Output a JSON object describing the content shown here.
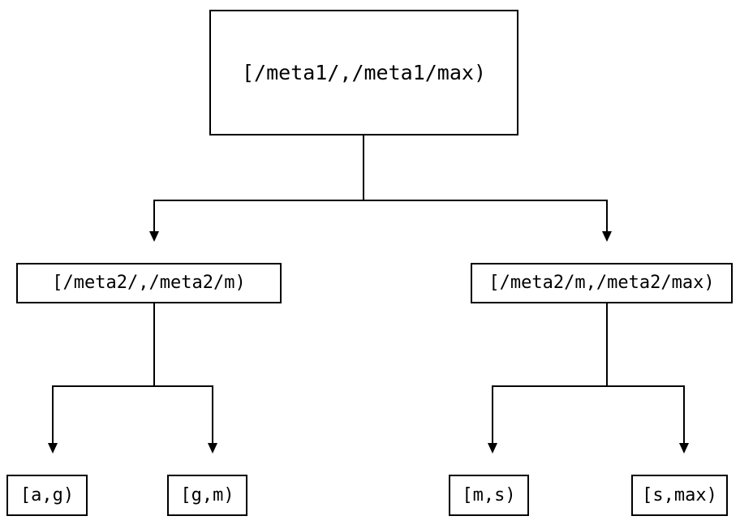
{
  "diagram": {
    "type": "tree",
    "orientation": "top-down",
    "title": "",
    "background_color": "#ffffff",
    "stroke_color": "#000000",
    "text_color": "#000000",
    "stroke_width": 2,
    "edge_style": "orthogonal",
    "arrowhead": "solid-triangle-down"
  },
  "nodes": {
    "root": {
      "label": "[/meta1/,/meta1/max)",
      "level": 0
    },
    "mid_left": {
      "label": "[/meta2/,/meta2/m)",
      "level": 1
    },
    "mid_right": {
      "label": "[/meta2/m,/meta2/max)",
      "level": 1
    },
    "leaf_ag": {
      "label": "[a,g)",
      "level": 2
    },
    "leaf_gm": {
      "label": "[g,m)",
      "level": 2
    },
    "leaf_ms": {
      "label": "[m,s)",
      "level": 2
    },
    "leaf_smax": {
      "label": "[s,max)",
      "level": 2
    }
  },
  "edges": [
    {
      "from": "root",
      "to": "mid_left"
    },
    {
      "from": "root",
      "to": "mid_right"
    },
    {
      "from": "mid_left",
      "to": "leaf_ag"
    },
    {
      "from": "mid_left",
      "to": "leaf_gm"
    },
    {
      "from": "mid_right",
      "to": "leaf_ms"
    },
    {
      "from": "mid_right",
      "to": "leaf_smax"
    }
  ]
}
